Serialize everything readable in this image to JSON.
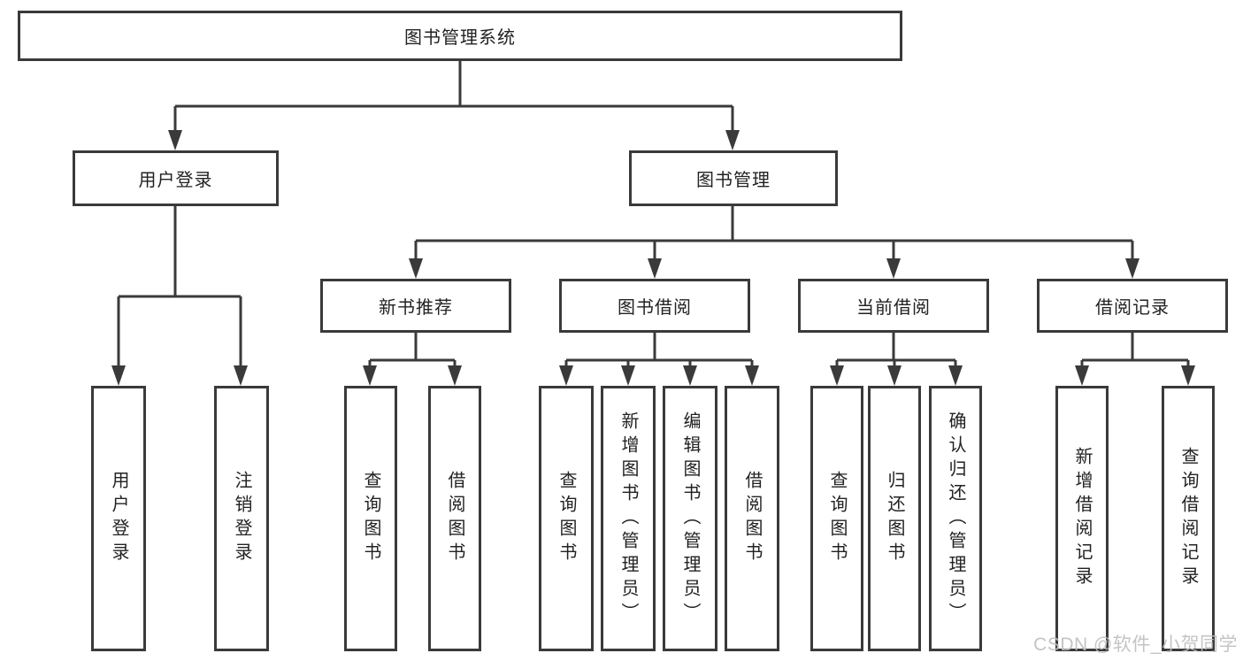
{
  "diagram": {
    "tree": {
      "root": {
        "label": "图书管理系统",
        "children": [
          {
            "label": "用户登录",
            "children": [
              {
                "label": "用户登录"
              },
              {
                "label": "注销登录"
              }
            ]
          },
          {
            "label": "图书管理",
            "children": [
              {
                "label": "新书推荐",
                "children": [
                  {
                    "label": "查询图书"
                  },
                  {
                    "label": "借阅图书"
                  }
                ]
              },
              {
                "label": "图书借阅",
                "children": [
                  {
                    "label": "查询图书"
                  },
                  {
                    "label": "新增图书（管理员）"
                  },
                  {
                    "label": "编辑图书（管理员）"
                  },
                  {
                    "label": "借阅图书"
                  }
                ]
              },
              {
                "label": "当前借阅",
                "children": [
                  {
                    "label": "查询图书"
                  },
                  {
                    "label": "归还图书"
                  },
                  {
                    "label": "确认归还（管理员）"
                  }
                ]
              },
              {
                "label": "借阅记录",
                "children": [
                  {
                    "label": "新增借阅记录"
                  },
                  {
                    "label": "查询借阅记录"
                  }
                ]
              }
            ]
          }
        ]
      }
    },
    "colors": {
      "line": "#3a3a3a",
      "box_border": "#3a3a3a",
      "text": "#222222",
      "background": "#ffffff",
      "watermark": "#bfbfbf"
    }
  },
  "watermark": {
    "text": "CSDN @软件_小贺同学"
  }
}
